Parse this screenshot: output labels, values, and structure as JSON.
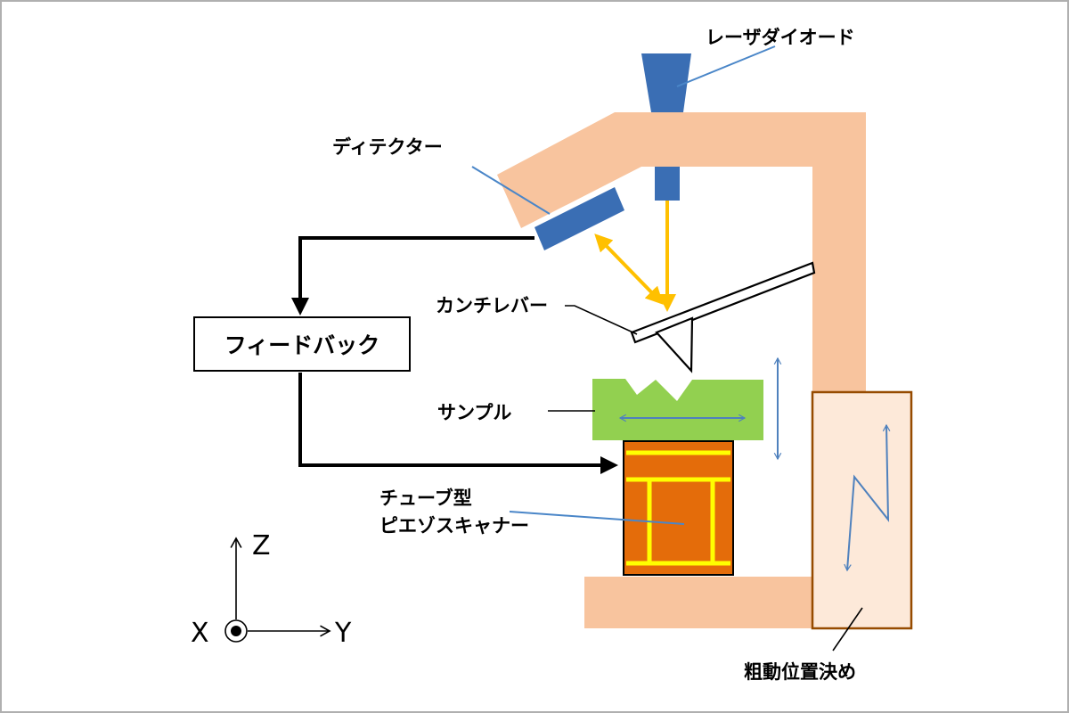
{
  "labels": {
    "laser_diode": "レーザダイオード",
    "detector": "ディテクター",
    "cantilever": "カンチレバー",
    "feedback": "フィードバック",
    "sample": "サンプル",
    "scanner_line1": "チューブ型",
    "scanner_line2": "ピエゾスキャナー",
    "coarse_positioning": "粗動位置決め"
  },
  "axes": {
    "z": "Z",
    "x": "X",
    "y": "Y"
  },
  "colors": {
    "frame": "#f8c49e",
    "device_blue": "#3a6eb4",
    "leader_blue": "#4a86c8",
    "laser_yellow": "#ffc000",
    "sample_green": "#92d050",
    "scanner_orange": "#e46c0a",
    "scanner_yellow": "#ffff00",
    "coarse_fill": "#fde9d9",
    "coarse_border": "#964b00",
    "arrow_blue": "#4f81bd"
  }
}
